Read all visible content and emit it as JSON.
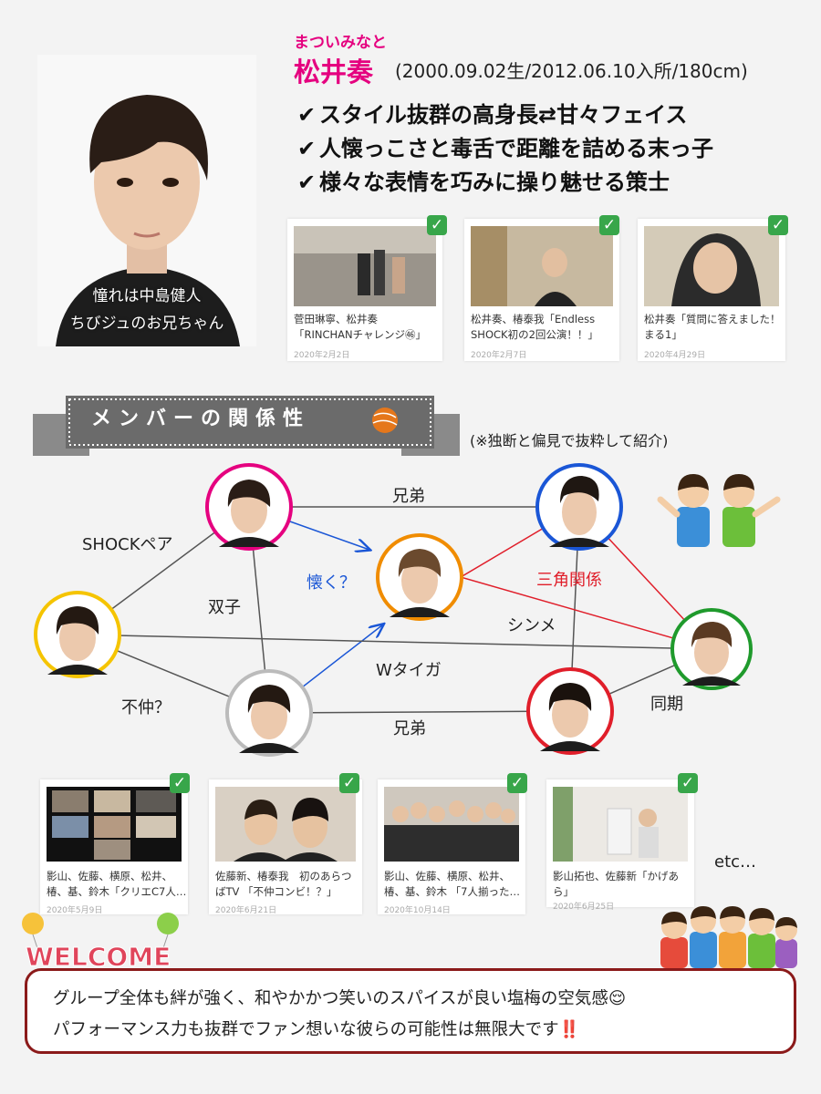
{
  "profile": {
    "reading": "まついみなと",
    "name": "松井奏",
    "meta": "(2000.09.02生/2012.06.10入所/180cm)",
    "photo_caption": [
      "憧れは中島健人",
      "ちびジュのお兄ちゃん"
    ],
    "points": [
      "スタイル抜群の高身長⇄甘々フェイス",
      "人懐っこさと毒舌で距離を詰める末っ子",
      "様々な表情を巧みに操り魅せる策士"
    ]
  },
  "top_cards": [
    {
      "caption": "菅田琳寧、松井奏\n「RINCHANチャレンジ㊻」",
      "date": "2020年2月2日"
    },
    {
      "caption": "松井奏、椿泰我「Endless\nSHOCK初の2回公演！！」",
      "date": "2020年2月7日"
    },
    {
      "caption": "松井奏「質問に答えました！\nまる1」",
      "date": "2020年4月29日"
    }
  ],
  "section": {
    "title": "メンバーの関係性",
    "note": "(※独断と偏見で抜粋して紹介)"
  },
  "relations": {
    "shock_pair": "SHOCKペア",
    "twins": "双子",
    "brothers_top": "兄弟",
    "natsuku": "懐く？",
    "triangle": "三角関係",
    "shinme": "シンメ",
    "w_taiga": "Wタイガ",
    "funaka": "不仲？",
    "brothers_bottom": "兄弟",
    "douki": "同期"
  },
  "bottom_cards": [
    {
      "caption": "影山、佐藤、横原、松井、\n椿、基、鈴木「クリエC7人…",
      "date": "2020年5月9日"
    },
    {
      "caption": "佐藤新、椿泰我　初のあらつ\nばTV 「不仲コンビ！？」",
      "date": "2020年6月21日"
    },
    {
      "caption": "影山、佐藤、横原、松井、\n椿、基、鈴木 「7人揃った…",
      "date": "2020年10月14日"
    },
    {
      "caption": "影山拓也、佐藤新「かげあ\nら」",
      "date": "2020年6月25日"
    }
  ],
  "etc": "etc…",
  "welcome": "WELCOME",
  "message": {
    "line1": "グループ全体も絆が強く、和やかかつ笑いのスパイスが良い塩梅の空気感😌",
    "line2": "パフォーマンス力も抜群でファン想いな彼らの可能性は無限大です‼️"
  },
  "colors": {
    "pink": "#e5007f",
    "blue": "#1a56d6",
    "orange": "#f08c00",
    "yellow": "#f5c400",
    "gray": "#bbbbbb",
    "green": "#1f9a2c",
    "red": "#e01e2a",
    "check": "#38a64a",
    "box_border": "#8b1a1a"
  }
}
